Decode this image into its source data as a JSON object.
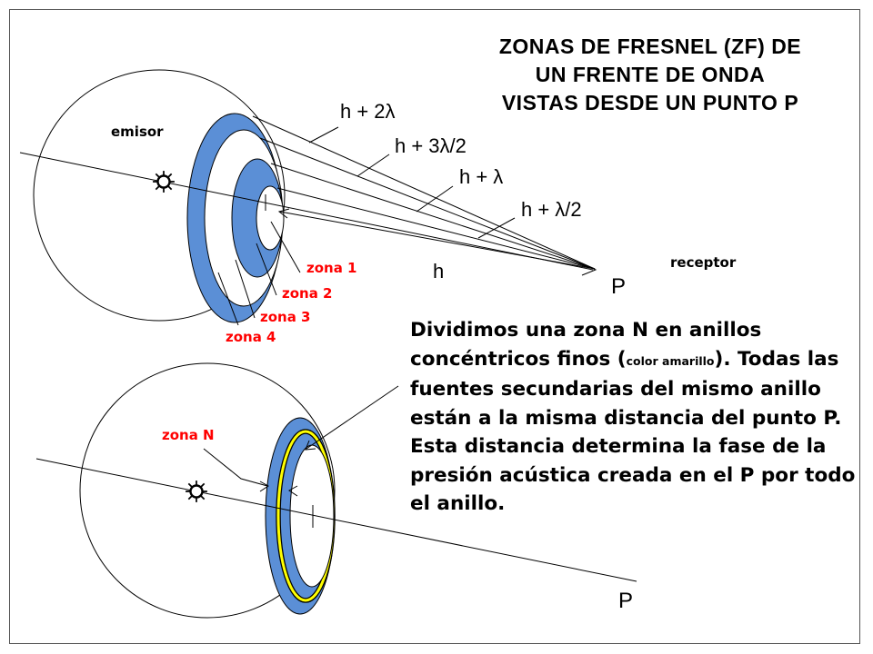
{
  "title": {
    "line1": "ZONAS DE FRESNEL (ZF) DE",
    "line2": "UN FRENTE DE ONDA",
    "line3": "VISTAS DESDE UN PUNTO P"
  },
  "labels": {
    "emisor": "emisor",
    "receptor": "receptor",
    "h": "h",
    "h_half": "h + λ/2",
    "h_one": "h + λ",
    "h_three_half": "h + 3λ/2",
    "h_two": "h + 2λ",
    "p_top": "P",
    "p_bottom": "P"
  },
  "zones": {
    "zone1": "zona 1",
    "zone2": "zona 2",
    "zone3": "zona 3",
    "zone4": "zona 4",
    "zoneN": "zona N"
  },
  "paragraph": {
    "part1": "Dividimos una zona N en anillos concéntricos finos (",
    "small": "color amarillo",
    "part2": "). Todas las fuentes secundarias del mismo anillo están a la misma distancia del punto P. Esta distancia determina la fase de la presión acústica creada en el P por todo el anillo."
  },
  "colors": {
    "ring_blue": "#5b8fd6",
    "ring_yellow": "#ffff00",
    "zone_label": "#ff0000",
    "line": "#000000"
  },
  "icons": {
    "source_top": "sun-icon",
    "source_bottom": "sun-icon"
  }
}
